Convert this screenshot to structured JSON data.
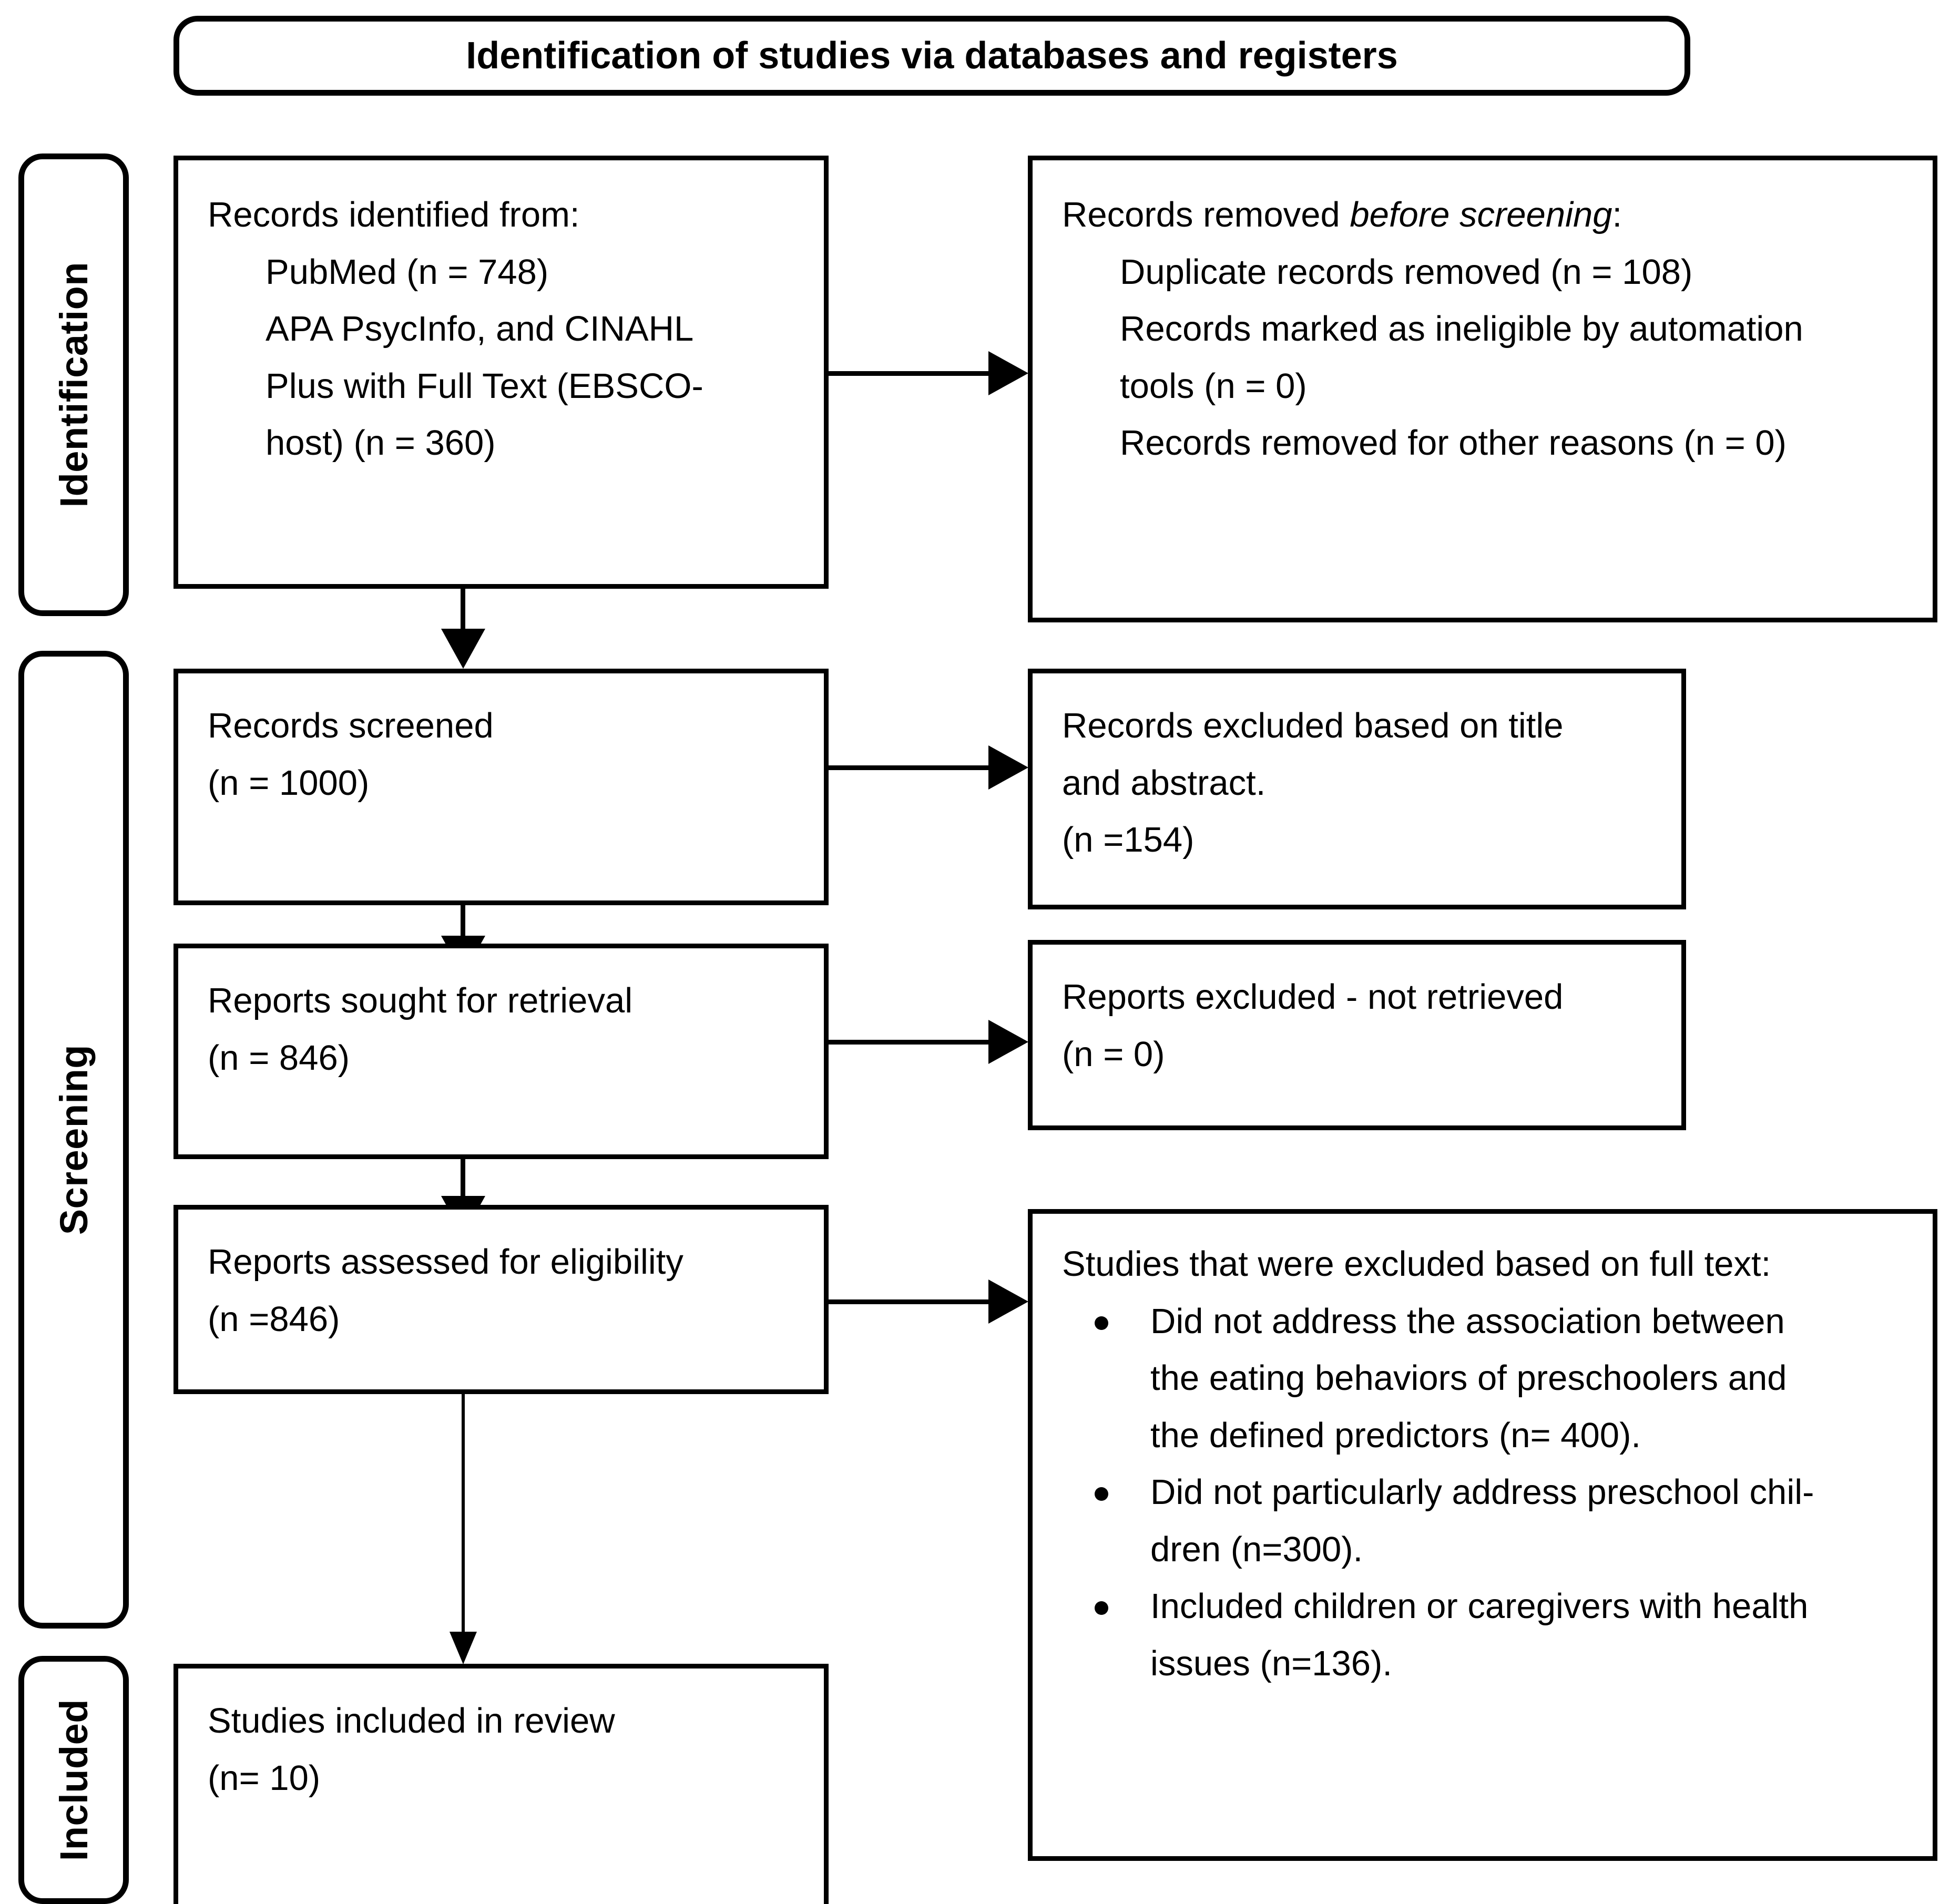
{
  "diagram": {
    "title": "Identification of studies via databases and registers",
    "stages": [
      {
        "label": "Identification"
      },
      {
        "label": "Screening"
      },
      {
        "label": "Included"
      }
    ],
    "boxes": {
      "identified": {
        "heading": "Records identified from:",
        "items": [
          "PubMed (n = 748)",
          "APA PsycInfo, and CINAHL",
          "Plus with Full Text (EBSCO-",
          "host) (n = 360)"
        ]
      },
      "removed_before_screening": {
        "heading_plain": "Records removed ",
        "heading_italic": "before screening",
        "heading_tail": ":",
        "items": [
          "Duplicate records removed (n = 108)",
          "Records marked as ineligible by automation",
          "tools (n = 0)",
          "Records removed for other reasons (n = 0)"
        ]
      },
      "records_screened": {
        "line1": "Records screened",
        "line2": "(n = 1000)"
      },
      "records_excluded": {
        "line1": "Records excluded based on title",
        "line2": "and abstract.",
        "line3": "(n =154)"
      },
      "reports_sought": {
        "line1": "Reports sought for retrieval",
        "line2": "(n = 846)"
      },
      "reports_not_retrieved": {
        "line1": "Reports excluded - not retrieved",
        "line2": "(n = 0)"
      },
      "reports_assessed": {
        "line1": "Reports assessed for eligibility",
        "line2": "(n =846)"
      },
      "studies_excluded_fulltext": {
        "heading": "Studies that were excluded based on full text:",
        "bullets": [
          [
            "Did not address the association between",
            "the eating behaviors of preschoolers and",
            "the defined predictors (n= 400)."
          ],
          [
            "Did not particularly address preschool chil-",
            "dren (n=300)."
          ],
          [
            "Included children or caregivers with health",
            "issues (n=136)."
          ]
        ]
      },
      "studies_included": {
        "line1": "Studies included in review",
        "line2": "(n= 10)"
      }
    },
    "colors": {
      "stroke": "#000000",
      "background": "#ffffff"
    }
  }
}
